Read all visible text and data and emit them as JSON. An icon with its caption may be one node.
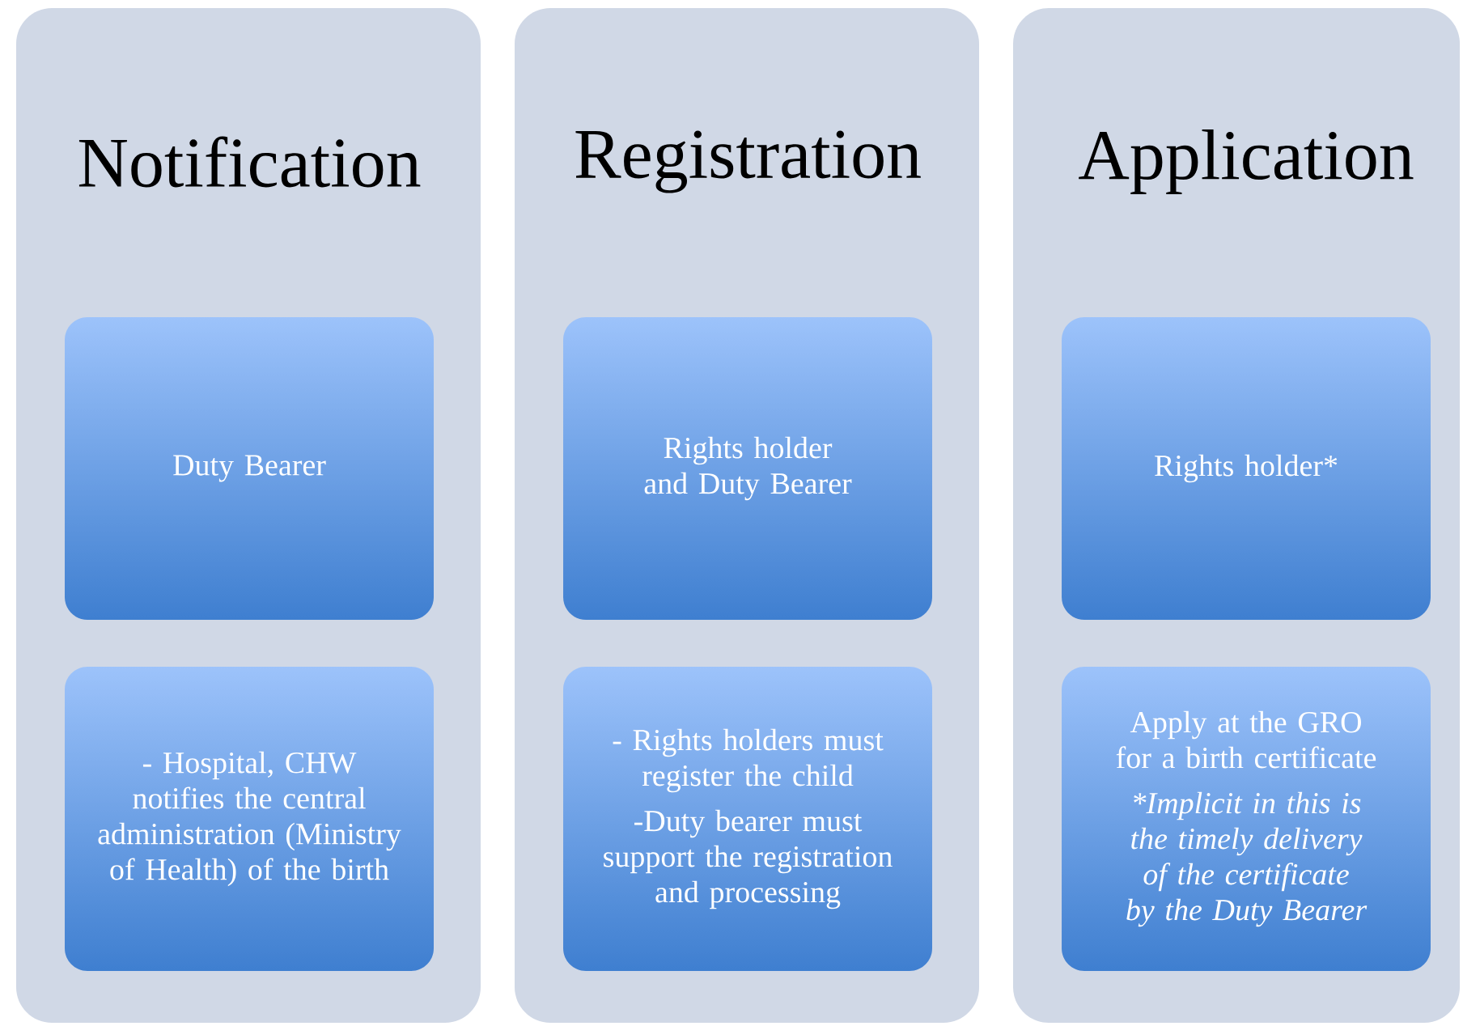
{
  "diagram": {
    "nodes": [
      {
        "text": [
          "Notification"
        ]
      },
      {
        "text": [
          "Duty Bearer"
        ],
        "in": 0
      },
      {
        "text": [
          "- Hospital, CHW notifies the central administration (Ministry of Health) of the birth"
        ],
        "in": 0
      },
      {
        "text": [
          "Registration"
        ]
      },
      {
        "text": [
          "Rights holder and Duty Bearer"
        ],
        "in": 3
      },
      {
        "text": [
          "- Rights holders must register the child",
          "-Duty bearer must support the registration and processing"
        ],
        "in": 3
      },
      {
        "text": [
          "Application"
        ]
      },
      {
        "text": [
          "Rights holder*"
        ],
        "in": 6
      },
      {
        "text": [
          "Apply at the GRO for a birth certificate",
          "*Implicit in this is the timely delivery of  the certificate by the Duty Bearer"
        ],
        "in": 6
      }
    ]
  }
}
